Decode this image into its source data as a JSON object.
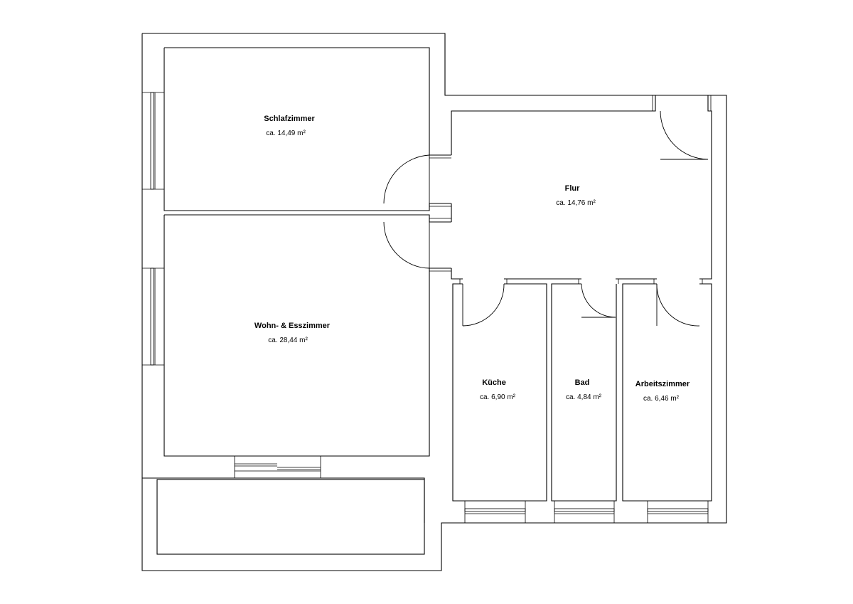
{
  "rooms": {
    "schlafzimmer": {
      "name": "Schlafzimmer",
      "area": "ca. 14,49 m²"
    },
    "flur": {
      "name": "Flur",
      "area": "ca. 14,76 m²"
    },
    "wohnzimmer": {
      "name": "Wohn- & Esszimmer",
      "area": "ca. 28,44 m²"
    },
    "kueche": {
      "name": "Küche",
      "area": "ca. 6,90 m²"
    },
    "bad": {
      "name": "Bad",
      "area": "ca. 4,84 m²"
    },
    "arbeitszimmer": {
      "name": "Arbeitszimmer",
      "area": "ca. 6,46 m²"
    }
  },
  "colors": {
    "line": "#000000",
    "background": "#ffffff"
  }
}
